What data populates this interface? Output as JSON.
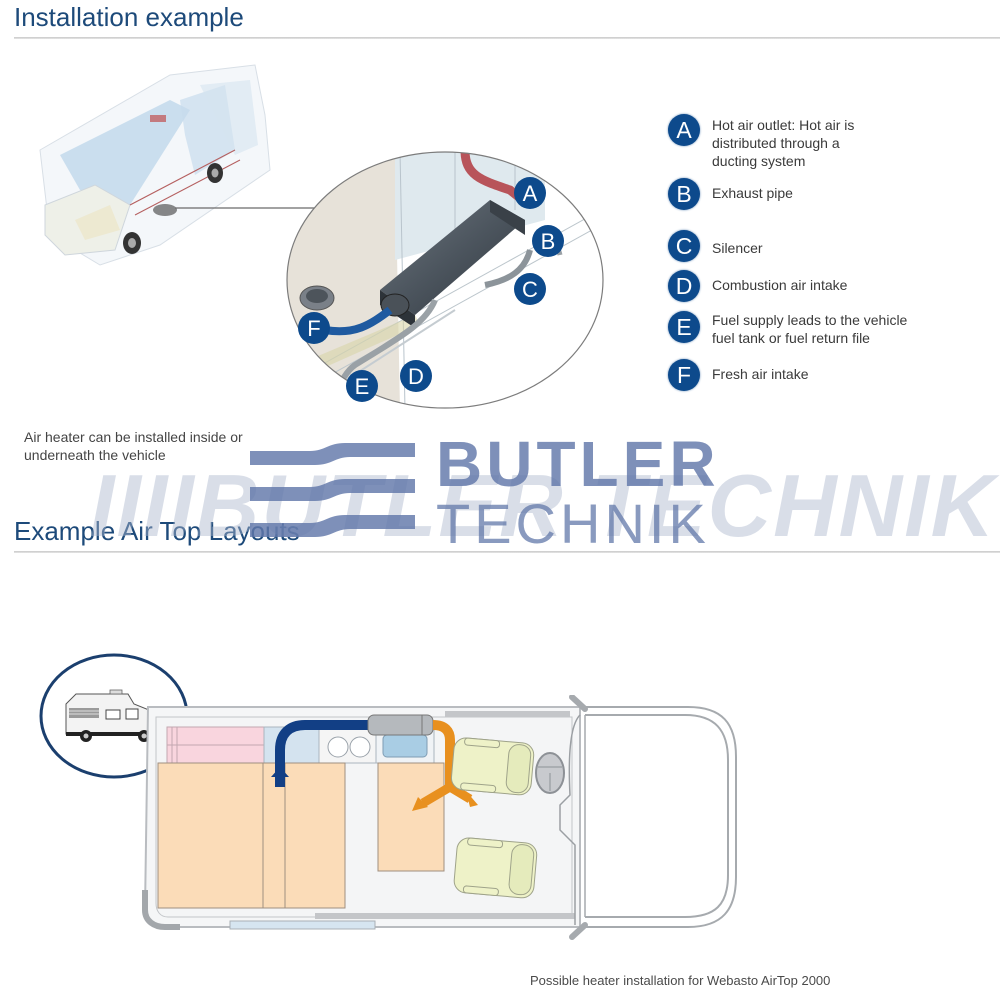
{
  "section1": {
    "title": "Installation example",
    "caption": "Air heater can be installed inside or\nunderneath the vehicle",
    "diagram_labels": [
      "A",
      "B",
      "C",
      "D",
      "E",
      "F"
    ],
    "legend": [
      {
        "letter": "A",
        "text": "Hot air outlet: Hot air is\ndistributed through a\nducting system"
      },
      {
        "letter": "B",
        "text": "Exhaust pipe"
      },
      {
        "letter": "C",
        "text": "Silencer"
      },
      {
        "letter": "D",
        "text": "Combustion air intake"
      },
      {
        "letter": "E",
        "text": "Fuel supply leads to the vehicle\nfuel tank or fuel return file"
      },
      {
        "letter": "F",
        "text": "Fresh air intake"
      }
    ]
  },
  "watermark": {
    "background_text": "IIIIBUTLER TECHNIK",
    "logo_line1": "BUTLER",
    "logo_line2": "TECHNIK"
  },
  "section2": {
    "title": "Example Air Top Layouts",
    "caption": "Possible heater installation for Webasto AirTop 2000"
  },
  "colors": {
    "heading_blue": "#1d4a7a",
    "badge_blue": "#0d4a8c",
    "duct_blue": "#123f85",
    "hot_air_orange": "#e8901f",
    "furniture_peach": "#fbdcb8",
    "seat_green": "#eef2c8"
  }
}
